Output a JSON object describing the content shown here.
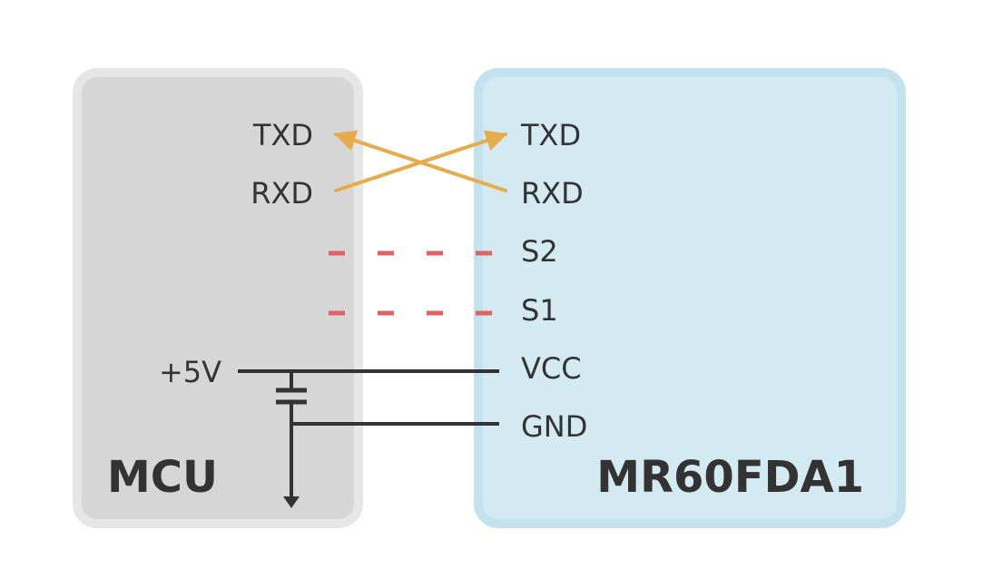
{
  "colors": {
    "mcu_fill": "#d6d6d6",
    "mcu_border": "#e6e6e6",
    "sensor_fill": "#d4eaf3",
    "sensor_border": "#c2e3ee",
    "uart_wire": "#e6ac4b",
    "dashed_wire": "#e06262",
    "power_wire": "#333333",
    "text": "#333333"
  },
  "mcu": {
    "name": "MCU",
    "pins": {
      "txd": "TXD",
      "rxd": "RXD",
      "power": "+5V"
    }
  },
  "sensor": {
    "name": "MR60FDA1",
    "pins": {
      "txd": "TXD",
      "rxd": "RXD",
      "s2": "S2",
      "s1": "S1",
      "vcc": "VCC",
      "gnd": "GND"
    }
  }
}
